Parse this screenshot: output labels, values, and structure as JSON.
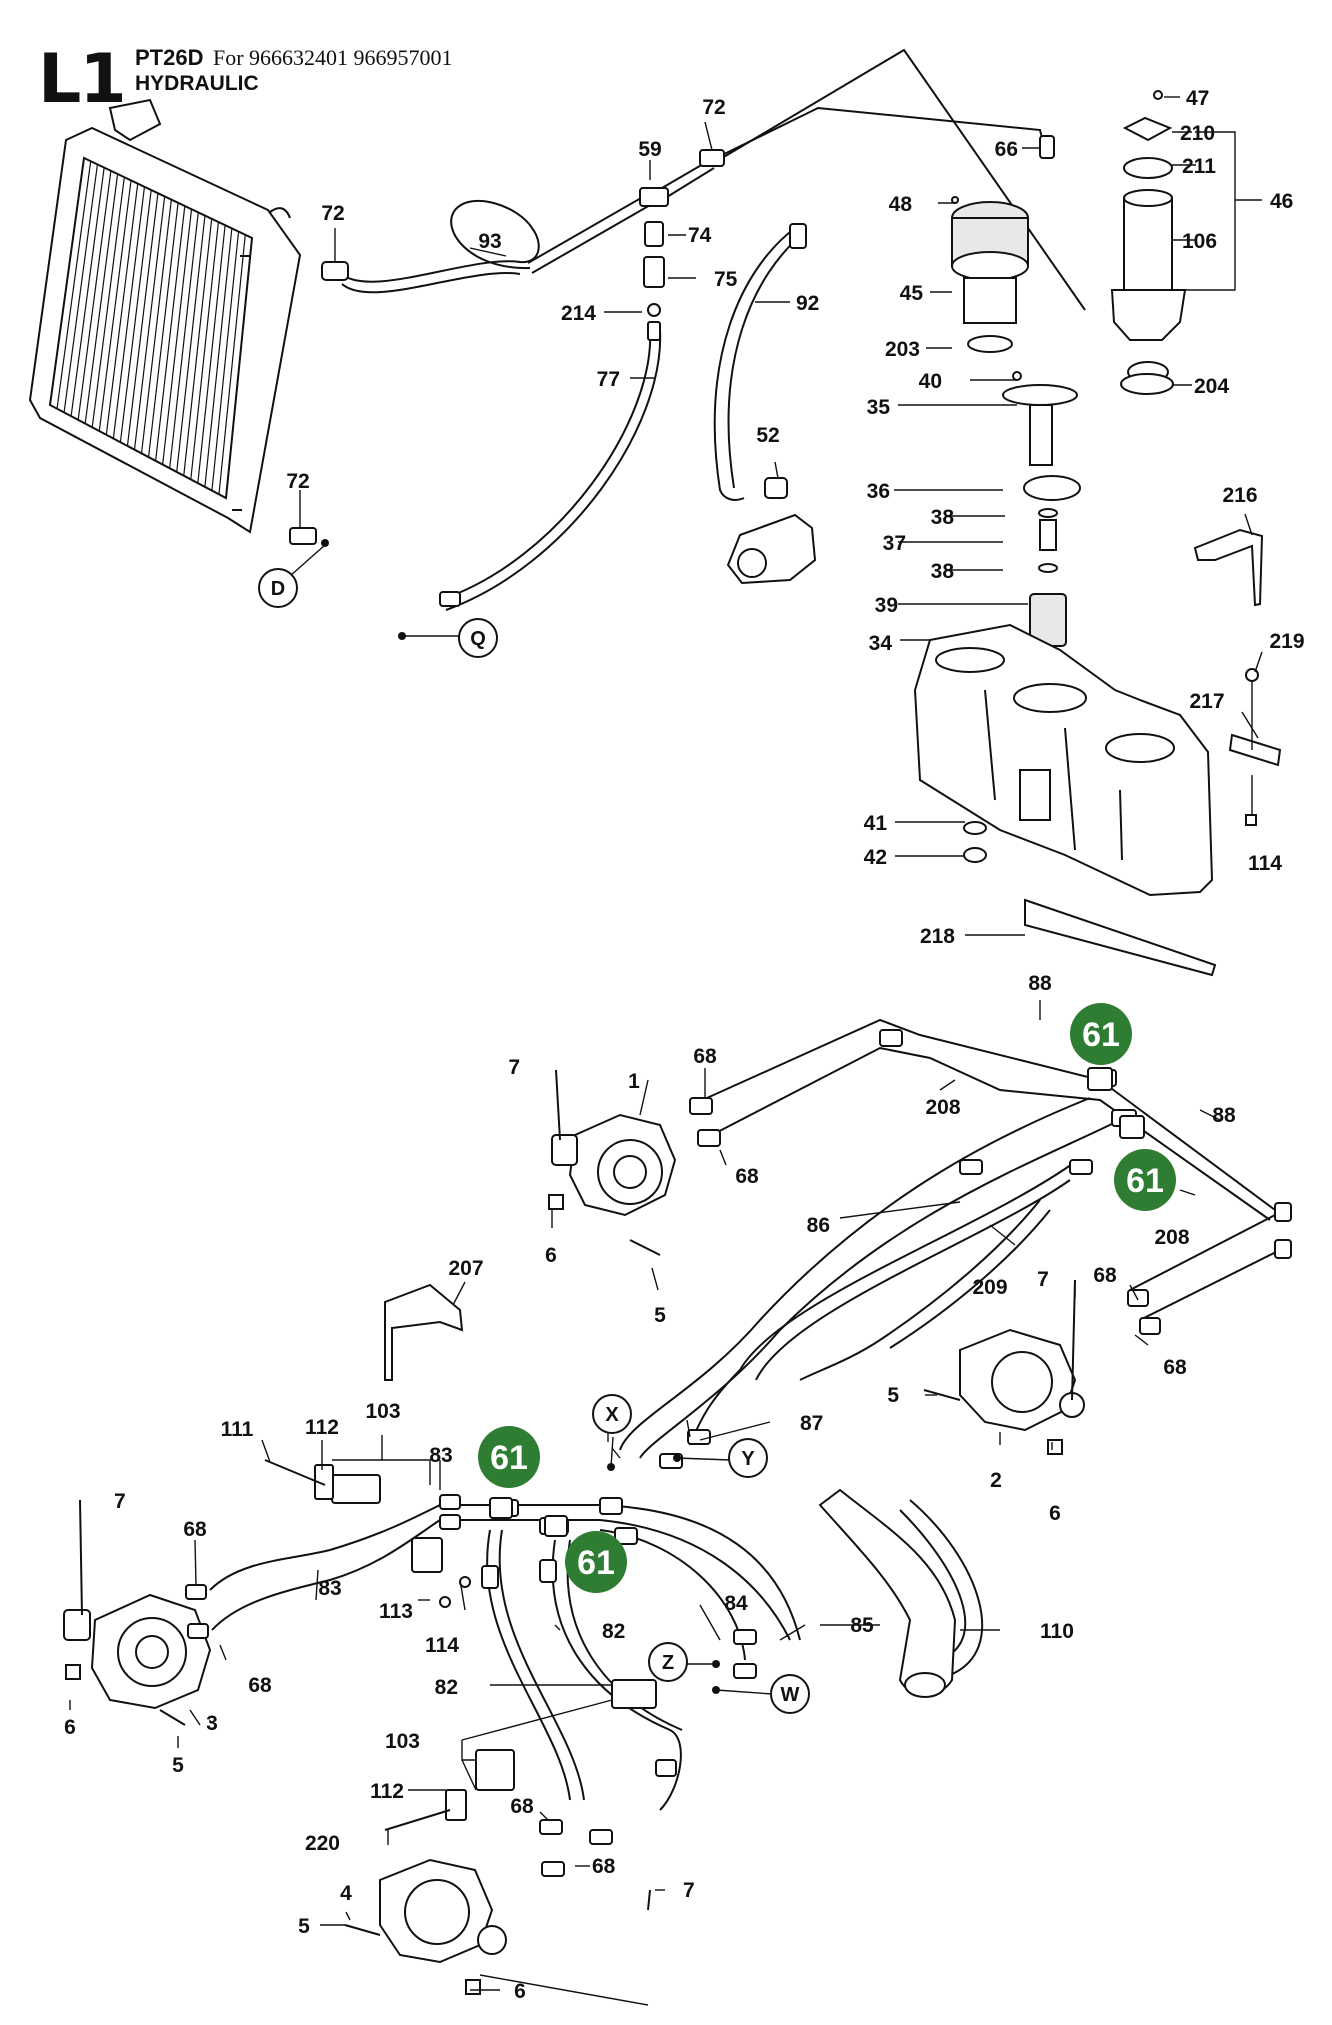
{
  "header": {
    "section_code": "L1",
    "model": "PT26D",
    "for_text": "For 966632401 966957001",
    "title": "HYDRAULIC"
  },
  "colors": {
    "highlight": "#2e7d32",
    "line": "#111111"
  },
  "labels": [
    {
      "id": "l72a",
      "text": "72"
    },
    {
      "id": "l59",
      "text": "59"
    },
    {
      "id": "l74",
      "text": "74"
    },
    {
      "id": "l75",
      "text": "75"
    },
    {
      "id": "l214",
      "text": "214"
    },
    {
      "id": "l77",
      "text": "77"
    },
    {
      "id": "l72b",
      "text": "72"
    },
    {
      "id": "l93",
      "text": "93"
    },
    {
      "id": "l92",
      "text": "92"
    },
    {
      "id": "l52",
      "text": "52"
    },
    {
      "id": "l72c",
      "text": "72"
    },
    {
      "id": "l66",
      "text": "66"
    },
    {
      "id": "l48",
      "text": "48"
    },
    {
      "id": "l45",
      "text": "45"
    },
    {
      "id": "l203",
      "text": "203"
    },
    {
      "id": "l40",
      "text": "40"
    },
    {
      "id": "l35",
      "text": "35"
    },
    {
      "id": "l36",
      "text": "36"
    },
    {
      "id": "l38a",
      "text": "38"
    },
    {
      "id": "l37",
      "text": "37"
    },
    {
      "id": "l38b",
      "text": "38"
    },
    {
      "id": "l39",
      "text": "39"
    },
    {
      "id": "l34",
      "text": "34"
    },
    {
      "id": "l41",
      "text": "41"
    },
    {
      "id": "l42",
      "text": "42"
    },
    {
      "id": "l47",
      "text": "47"
    },
    {
      "id": "l210",
      "text": "210"
    },
    {
      "id": "l211",
      "text": "211"
    },
    {
      "id": "l46",
      "text": "46"
    },
    {
      "id": "l106",
      "text": "106"
    },
    {
      "id": "l204",
      "text": "204"
    },
    {
      "id": "l216",
      "text": "216"
    },
    {
      "id": "l219",
      "text": "219"
    },
    {
      "id": "l217",
      "text": "217"
    },
    {
      "id": "l114a",
      "text": "114"
    },
    {
      "id": "l218",
      "text": "218"
    },
    {
      "id": "l88a",
      "text": "88"
    },
    {
      "id": "l7a",
      "text": "7"
    },
    {
      "id": "l1",
      "text": "1"
    },
    {
      "id": "l68a",
      "text": "68"
    },
    {
      "id": "l208a",
      "text": "208"
    },
    {
      "id": "l68b",
      "text": "68"
    },
    {
      "id": "l88b",
      "text": "88"
    },
    {
      "id": "l208b",
      "text": "208"
    },
    {
      "id": "l86",
      "text": "86"
    },
    {
      "id": "l6a",
      "text": "6"
    },
    {
      "id": "l209",
      "text": "209"
    },
    {
      "id": "l7b",
      "text": "7"
    },
    {
      "id": "l68c",
      "text": "68"
    },
    {
      "id": "l207",
      "text": "207"
    },
    {
      "id": "l5a",
      "text": "5"
    },
    {
      "id": "l68d",
      "text": "68"
    },
    {
      "id": "l5b",
      "text": "5"
    },
    {
      "id": "l87",
      "text": "87"
    },
    {
      "id": "l2",
      "text": "2"
    },
    {
      "id": "l6b",
      "text": "6"
    },
    {
      "id": "l111",
      "text": "111"
    },
    {
      "id": "l112a",
      "text": "112"
    },
    {
      "id": "l103a",
      "text": "103"
    },
    {
      "id": "l83a",
      "text": "83"
    },
    {
      "id": "l7c",
      "text": "7"
    },
    {
      "id": "l68e",
      "text": "68"
    },
    {
      "id": "l83b",
      "text": "83"
    },
    {
      "id": "l113",
      "text": "113"
    },
    {
      "id": "l114b",
      "text": "114"
    },
    {
      "id": "l68f",
      "text": "68"
    },
    {
      "id": "l84",
      "text": "84"
    },
    {
      "id": "l82a",
      "text": "82"
    },
    {
      "id": "l85",
      "text": "85"
    },
    {
      "id": "l110",
      "text": "110"
    },
    {
      "id": "l6c",
      "text": "6"
    },
    {
      "id": "l3",
      "text": "3"
    },
    {
      "id": "l82b",
      "text": "82"
    },
    {
      "id": "l5c",
      "text": "5"
    },
    {
      "id": "l103b",
      "text": "103"
    },
    {
      "id": "l112b",
      "text": "112"
    },
    {
      "id": "l68g",
      "text": "68"
    },
    {
      "id": "l220",
      "text": "220"
    },
    {
      "id": "l68h",
      "text": "68"
    },
    {
      "id": "l4",
      "text": "4"
    },
    {
      "id": "l7d",
      "text": "7"
    },
    {
      "id": "l5d",
      "text": "5"
    },
    {
      "id": "l6d",
      "text": "6"
    }
  ],
  "connection_refs": [
    {
      "id": "rD",
      "text": "D"
    },
    {
      "id": "rQ",
      "text": "Q"
    },
    {
      "id": "rX",
      "text": "X"
    },
    {
      "id": "rY",
      "text": "Y"
    },
    {
      "id": "rZ",
      "text": "Z"
    },
    {
      "id": "rW",
      "text": "W"
    }
  ],
  "highlights": [
    {
      "id": "h1",
      "text": "61"
    },
    {
      "id": "h2",
      "text": "61"
    },
    {
      "id": "h3",
      "text": "61"
    },
    {
      "id": "h4",
      "text": "61"
    }
  ]
}
